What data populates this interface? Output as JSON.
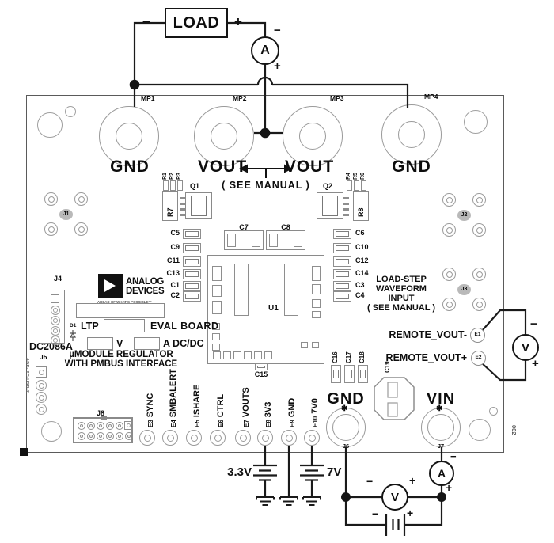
{
  "colors": {
    "wire": "#1a1a1a",
    "silkscreen": "#8e8e8e",
    "text": "#0d0d0d",
    "board_edge": "#5a5a5a"
  },
  "top_circuit": {
    "load_label": "LOAD",
    "ammeter_label": "A",
    "minus": "−",
    "plus": "+"
  },
  "board": {
    "mp_refs": [
      "MP1",
      "MP2",
      "MP3",
      "MP4"
    ],
    "net_labels": [
      "GND",
      "VOUT",
      "VOUT",
      "GND"
    ],
    "see_manual": "( SEE MANUAL )",
    "jumper_labels": {
      "j1": "J1",
      "j2": "J2",
      "j3": "J3",
      "j4": "J4",
      "j5": "J5",
      "j8": "J8"
    },
    "resistors": {
      "left": [
        "R1",
        "R2",
        "R3"
      ],
      "right": [
        "R4",
        "R5",
        "R6"
      ],
      "r7": "R7",
      "r8": "R8"
    },
    "transistors": {
      "q1": "Q1",
      "q2": "Q2"
    },
    "caps": {
      "left": [
        "C5",
        "C9",
        "C11",
        "C13",
        "C1",
        "C2"
      ],
      "right": [
        "C6",
        "C10",
        "C12",
        "C14",
        "C3",
        "C4"
      ],
      "c7": "C7",
      "c8": "C8",
      "c15": "C15",
      "bottom": [
        "C16",
        "C17",
        "C18"
      ],
      "c19": "C19"
    },
    "u1": "U1",
    "d1": "D1",
    "logo": {
      "line1": "ANALOG",
      "line2": "DEVICES",
      "tagline": "AHEAD OF WHAT'S POSSIBLE™"
    },
    "silk": {
      "ltp": "LTP",
      "eval_board": "EVAL BOARD",
      "v": "V",
      "a_dcdc": "A DC/DC",
      "module_line1": "µMODULE REGULATOR",
      "module_line2": "WITH PMBUS INTERFACE",
      "board_id": "DC2086A",
      "side_text": "ADP-I2C-USB-2",
      "rev": "002"
    },
    "load_step": {
      "line1": "LOAD-STEP",
      "line2": "WAVEFORM",
      "line3": "INPUT",
      "line4": "( SEE MANUAL )"
    },
    "remote": {
      "minus_label": "REMOTE_VOUT-",
      "plus_label": "REMOTE_VOUT+",
      "e1": "E1",
      "e2": "E2"
    },
    "turrets": [
      {
        "ref": "E3",
        "name": "SYNC"
      },
      {
        "ref": "E4",
        "name": "SMBALERT"
      },
      {
        "ref": "E5",
        "name": "ISHARE"
      },
      {
        "ref": "E6",
        "name": "CTRL"
      },
      {
        "ref": "E7",
        "name": "VOUTS"
      },
      {
        "ref": "E8",
        "name": "3V3"
      },
      {
        "ref": "E9",
        "name": "GND"
      },
      {
        "ref": "E10",
        "name": "7V0"
      }
    ],
    "power": {
      "gnd": "GND",
      "vin": "VIN",
      "j6": "J6",
      "j7": "J7",
      "pin_mark": "✱"
    }
  },
  "right_circuit": {
    "voltmeter_label": "V",
    "minus": "−",
    "plus": "+"
  },
  "bottom_circuit": {
    "supply_33": "3.3V",
    "supply_7": "7V",
    "voltmeter_label": "V",
    "ammeter_label": "A",
    "minus": "−",
    "plus": "+"
  }
}
